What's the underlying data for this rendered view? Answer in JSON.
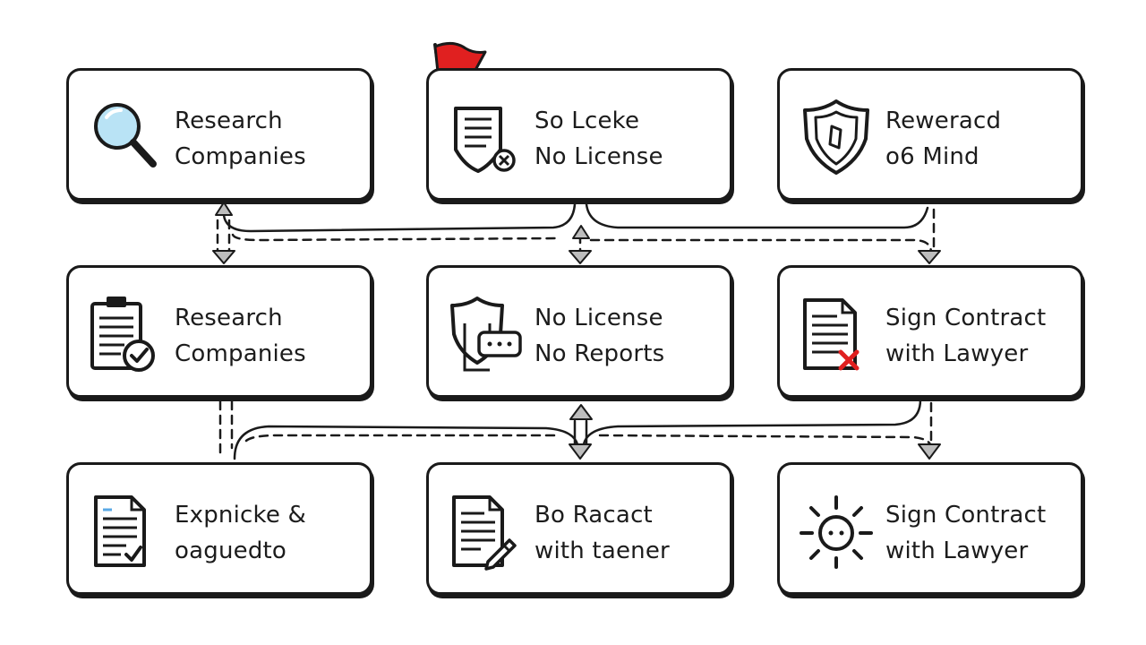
{
  "nodes": [
    {
      "id": "research-companies-1",
      "icon": "magnifier-icon",
      "lines": [
        "Research",
        "Companies"
      ]
    },
    {
      "id": "so-lceke",
      "icon": "shield-document-icon",
      "lines": [
        "So Lceke",
        "No License"
      ]
    },
    {
      "id": "reweracd",
      "icon": "shield-icon",
      "lines": [
        "Reweracd",
        "o6 Mind"
      ]
    },
    {
      "id": "research-companies-2",
      "icon": "clipboard-check-icon",
      "lines": [
        "Research",
        "Companies"
      ]
    },
    {
      "id": "no-license-no-reports",
      "icon": "shield-chat-icon",
      "lines": [
        "No License",
        "No Reports"
      ]
    },
    {
      "id": "sign-contract-1",
      "icon": "document-x-icon",
      "lines": [
        "Sign Contract",
        "with Lawyer"
      ]
    },
    {
      "id": "expnicke",
      "icon": "document-check-icon",
      "lines": [
        "Expnicke &",
        "oaguedto"
      ]
    },
    {
      "id": "bo-racact",
      "icon": "document-pen-icon",
      "lines": [
        "Bo Racact",
        "with taener"
      ]
    },
    {
      "id": "sign-contract-2",
      "icon": "sun-icon",
      "lines": [
        "Sign Contract",
        "with Lawyer"
      ]
    }
  ],
  "flag": {
    "icon": "red-flag-icon",
    "color": "#e02020"
  },
  "colors": {
    "stroke": "#1a1a1a",
    "accent_red": "#e02020",
    "icon_blue": "#b9e3f5"
  }
}
